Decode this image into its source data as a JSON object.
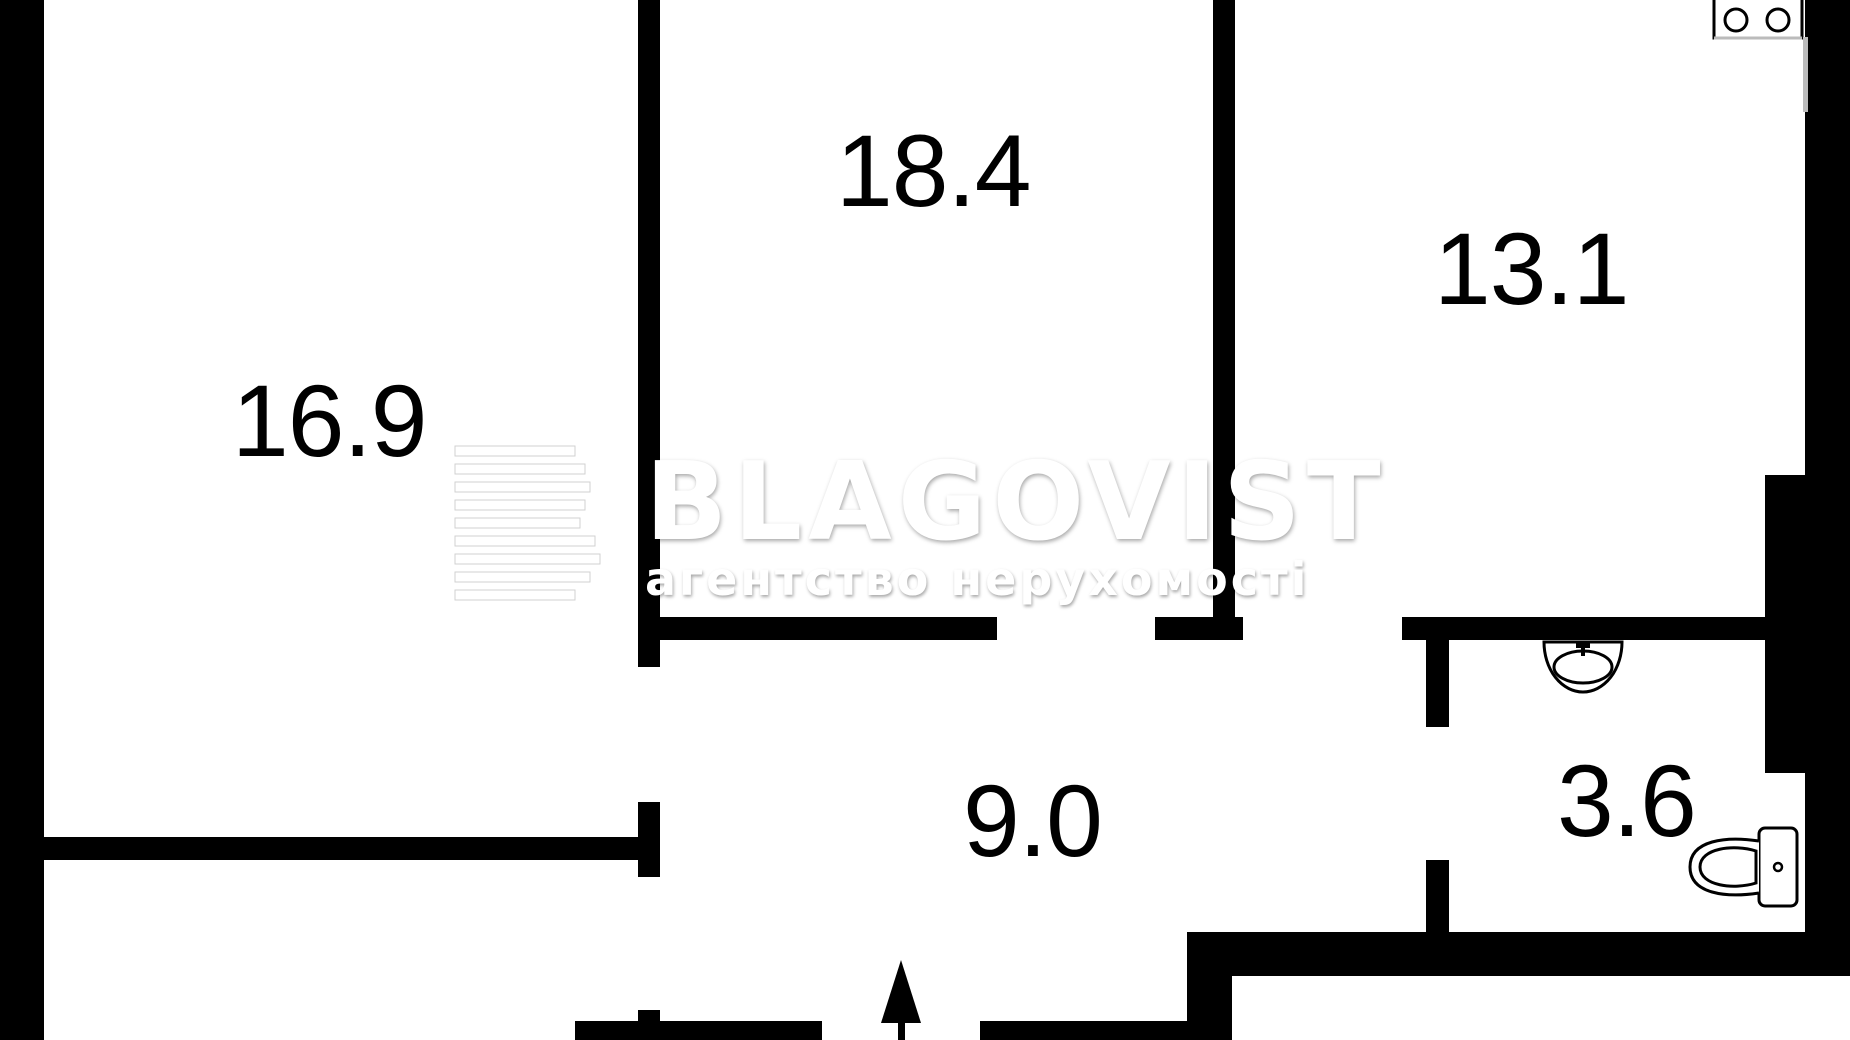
{
  "plan": {
    "rooms": [
      {
        "id": "room-left",
        "area": "16.9"
      },
      {
        "id": "room-center",
        "area": "18.4"
      },
      {
        "id": "room-kitchen",
        "area": "13.1"
      },
      {
        "id": "hallway",
        "area": "9.0"
      },
      {
        "id": "bathroom",
        "area": "3.6"
      }
    ],
    "entrance_icon": "entrance-arrow-icon",
    "fixtures": [
      "stove-icon",
      "sink-icon",
      "toilet-icon"
    ],
    "colors": {
      "wall": "#000000",
      "background": "#ffffff",
      "watermark": "#ffffff"
    }
  },
  "watermark": {
    "brand": "BLAGOVIST",
    "tagline": "агентство нерухомості",
    "logo_icon": "blagovist-b-logo-icon"
  }
}
